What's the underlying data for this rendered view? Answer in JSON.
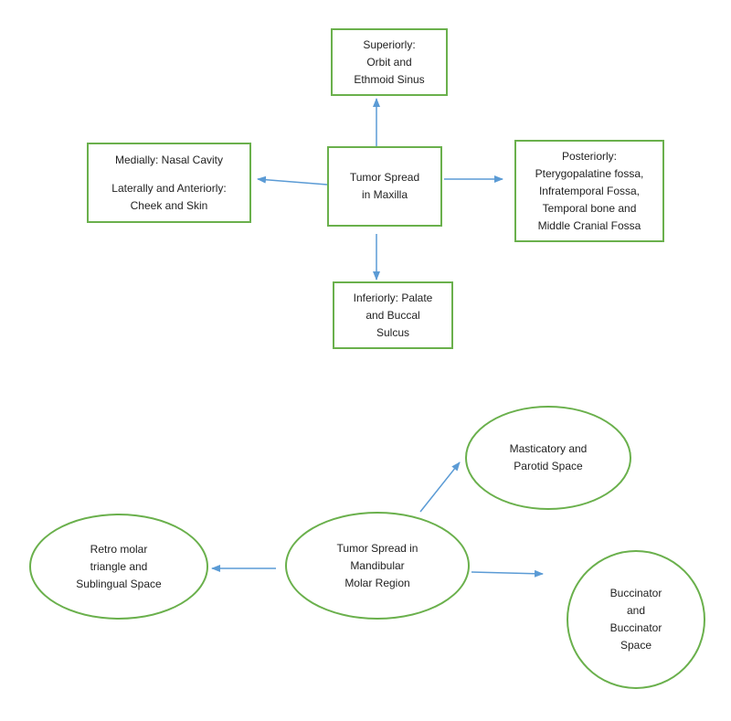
{
  "colors": {
    "node_border": "#6ab04c",
    "arrow": "#5b9bd5",
    "text": "#222222"
  },
  "maxilla": {
    "center": [
      "Tumor Spread",
      "in Maxilla"
    ],
    "superior": [
      "Superiorly:",
      "Orbit and",
      "Ethmoid Sinus"
    ],
    "medial": [
      "Medially: Nasal Cavity"
    ],
    "lateral": [
      "Laterally and Anteriorly:",
      "Cheek and Skin"
    ],
    "posterior": [
      "Posteriorly:",
      "Pterygopalatine fossa,",
      "Infratemporal Fossa,",
      "Temporal bone and",
      "Middle Cranial Fossa"
    ],
    "inferior": [
      "Inferiorly: Palate",
      "and Buccal",
      "Sulcus"
    ]
  },
  "mandible": {
    "center": [
      "Tumor Spread in",
      "Mandibular",
      "Molar Region"
    ],
    "masticatory": [
      "Masticatory and",
      "Parotid Space"
    ],
    "retromolar": [
      "Retro molar",
      "triangle and",
      "Sublingual Space"
    ],
    "buccinator": [
      "Buccinator",
      "and",
      "Buccinator",
      "Space"
    ]
  }
}
